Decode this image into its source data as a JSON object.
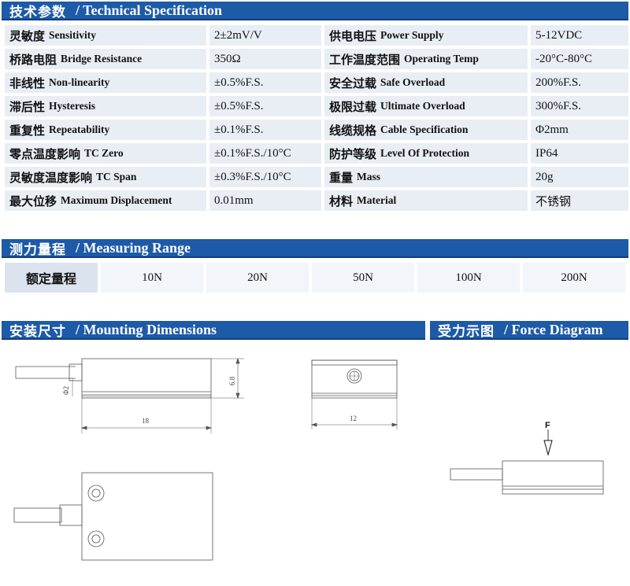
{
  "spec_section": {
    "title_zh": "技术参数",
    "title_en": "/ Technical Specification"
  },
  "spec_rows": [
    {
      "l_zh": "灵敏度",
      "l_en": "Sensitivity",
      "l_val": "2±2mV/V",
      "r_zh": "供电电压",
      "r_en": "Power Supply",
      "r_val": "5-12VDC"
    },
    {
      "l_zh": "桥路电阻",
      "l_en": "Bridge Resistance",
      "l_val": "350Ω",
      "r_zh": "工作温度范围",
      "r_en": "Operating Temp",
      "r_val": "-20°C-80°C"
    },
    {
      "l_zh": "非线性",
      "l_en": "Non-linearity",
      "l_val": "±0.5%F.S.",
      "r_zh": "安全过载",
      "r_en": "Safe Overload",
      "r_val": "200%F.S."
    },
    {
      "l_zh": "滞后性",
      "l_en": "Hysteresis",
      "l_val": "±0.5%F.S.",
      "r_zh": "极限过载",
      "r_en": "Ultimate Overload",
      "r_val": "300%F.S."
    },
    {
      "l_zh": "重复性",
      "l_en": "Repeatability",
      "l_val": "±0.1%F.S.",
      "r_zh": "线缆规格",
      "r_en": "Cable Specification",
      "r_val": "Φ2mm"
    },
    {
      "l_zh": "零点温度影响",
      "l_en": "TC Zero",
      "l_val": "±0.1%F.S./10°C",
      "r_zh": "防护等级",
      "r_en": "Level Of Protection",
      "r_val": "IP64"
    },
    {
      "l_zh": "灵敏度温度影响",
      "l_en": "TC Span",
      "l_val": "±0.3%F.S./10°C",
      "r_zh": "重量",
      "r_en": "Mass",
      "r_val": "20g"
    },
    {
      "l_zh": "最大位移",
      "l_en": "Maximum Displacement",
      "l_val": "0.01mm",
      "r_zh": "材料",
      "r_en": "Material",
      "r_val": "不锈钢"
    }
  ],
  "range_section": {
    "title_zh": "测力量程",
    "title_en": "/ Measuring Range"
  },
  "range": {
    "label": "额定量程",
    "values": [
      "10N",
      "20N",
      "50N",
      "100N",
      "200N"
    ]
  },
  "mount_section": {
    "title_zh": "安装尺寸",
    "title_en": "/ Mounting Dimensions"
  },
  "force_section": {
    "title_zh": "受力示图",
    "title_en": "/ Force Diagram"
  },
  "dims": {
    "length": "18",
    "height": "6.8",
    "cable_dia": "Φ2",
    "width": "12"
  },
  "force_label": "F",
  "colors": {
    "header_bg": "#1d5aa8",
    "cell_bg": "#e9eef5"
  }
}
